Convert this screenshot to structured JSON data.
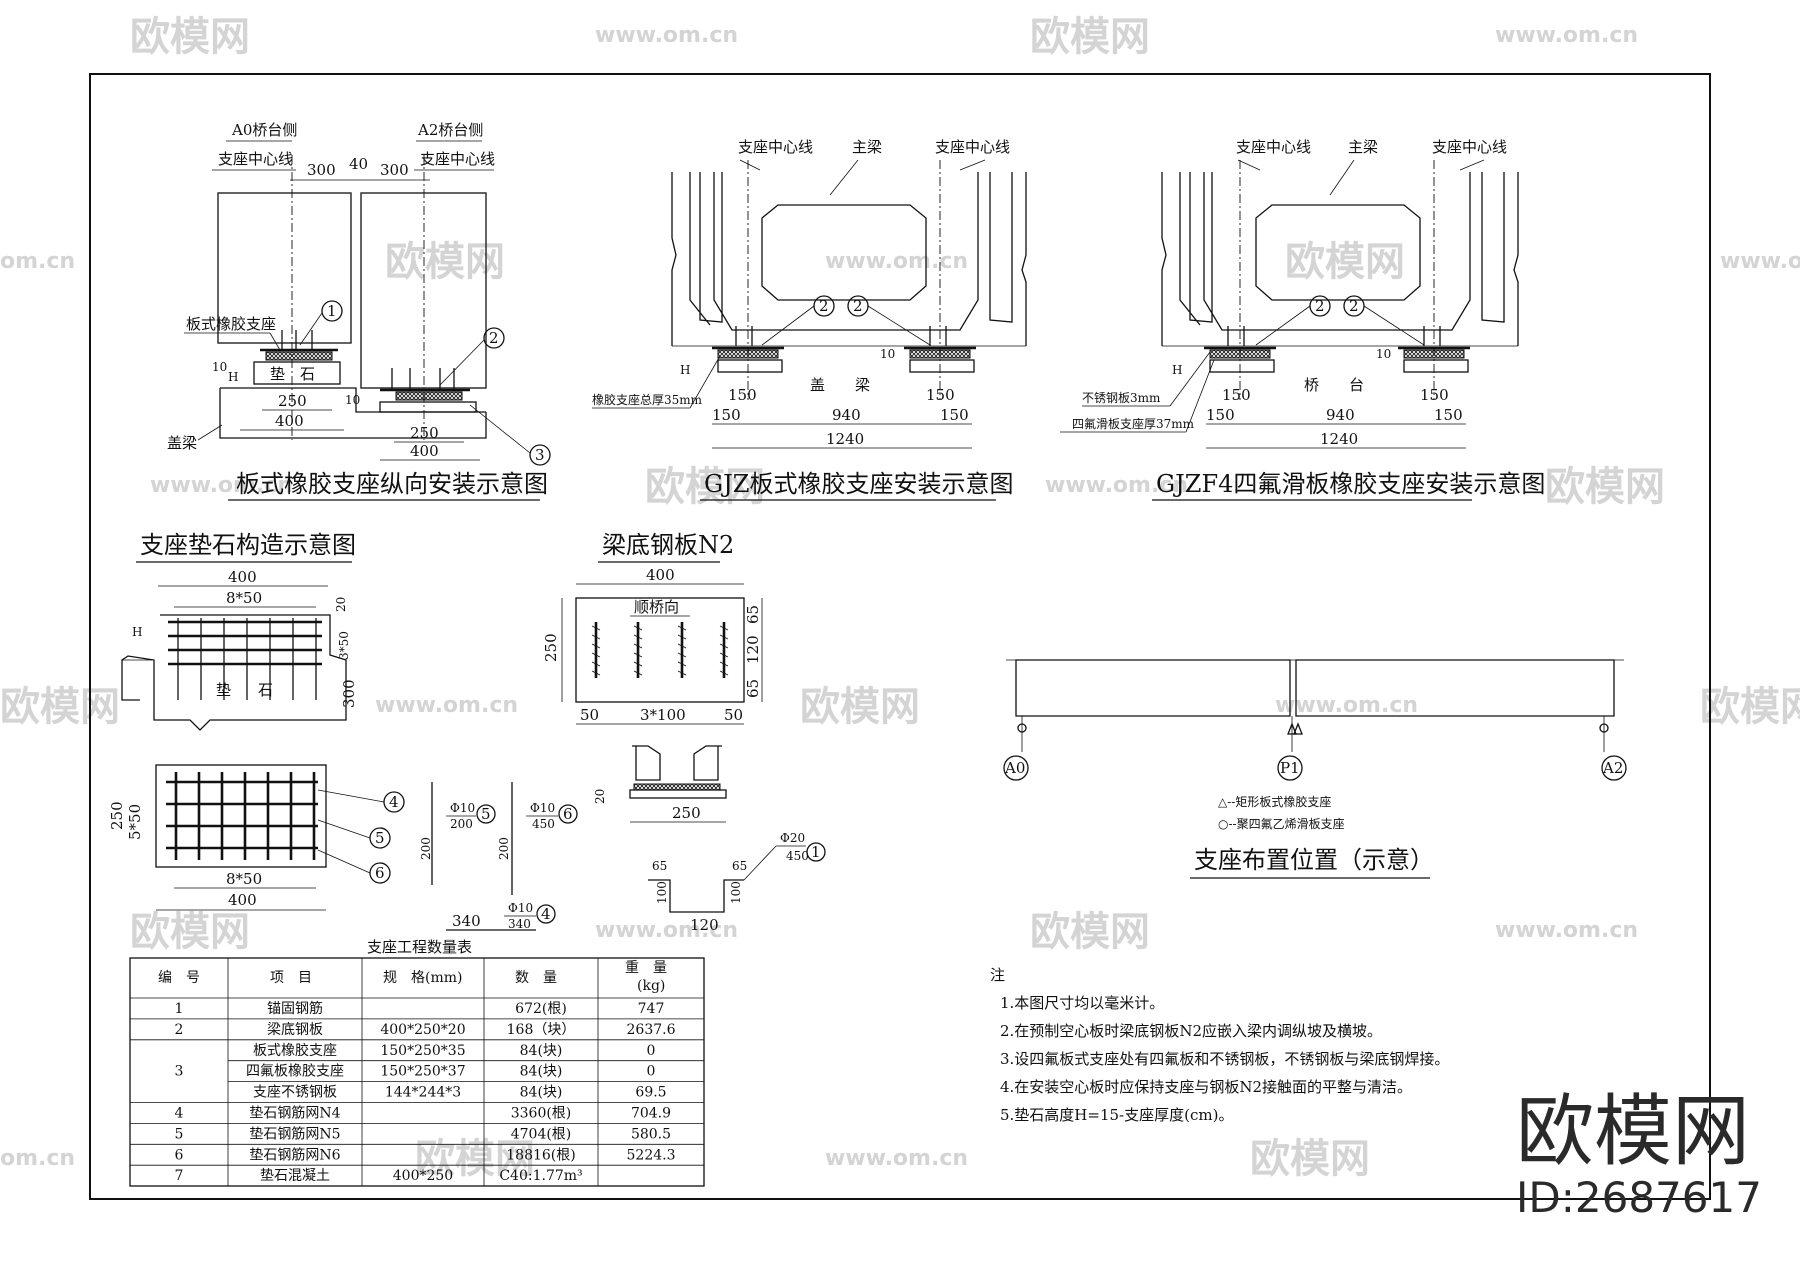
{
  "watermarks": {
    "brand": "欧模网",
    "domain": "www.om.cn",
    "domain_short": "om.cn"
  },
  "overlay": {
    "brand": "欧模网",
    "id": "ID:2687617"
  },
  "longitudinal": {
    "title": "板式橡胶支座纵向安装示意图",
    "a0_side": "A0桥台侧",
    "a2_side": "A2桥台侧",
    "center_line_left": "支座中心线",
    "center_line_right": "支座中心线",
    "dim_300_left": "300",
    "dim_40": "40",
    "dim_300_right": "300",
    "bearing_label": "板式橡胶支座",
    "callout_1": "1",
    "callout_2": "2",
    "callout_3": "3",
    "dim_10": "10",
    "dim_h": "H",
    "pad_label": "垫　石",
    "dim_250": "250",
    "dim_400": "400",
    "dim_10b": "10",
    "dim_250b": "250",
    "dim_400b": "400",
    "cap_beam": "盖梁"
  },
  "gjz": {
    "title": "GJZ板式橡胶支座安装示意图",
    "center_line_left": "支座中心线",
    "main_beam": "主梁",
    "center_line_right": "支座中心线",
    "callout_a": "2",
    "callout_b": "2",
    "dim_h": "H",
    "dim_10": "10",
    "thickness_note": "橡胶支座总厚35mm",
    "cap_beam": "盖　　梁",
    "dim_150_l": "150",
    "dim_150_r": "150",
    "dim_150_ll": "150",
    "dim_150_rr": "150",
    "dim_940": "940",
    "dim_1240": "1240"
  },
  "gjzf4": {
    "title": "GJZF4四氟滑板橡胶支座安装示意图",
    "center_line_left": "支座中心线",
    "main_beam": "主梁",
    "center_line_right": "支座中心线",
    "callout_a": "2",
    "callout_b": "2",
    "dim_h": "H",
    "dim_10": "10",
    "steel_note": "不锈钢板3mm",
    "ptfe_note": "四氟滑板支座厚37mm",
    "abutment": "桥　　台",
    "dim_150_l": "150",
    "dim_150_r": "150",
    "dim_150_ll": "150",
    "dim_150_rr": "150",
    "dim_940": "940",
    "dim_1240": "1240"
  },
  "pad_detail": {
    "title": "支座垫石构造示意图",
    "dim_400_top": "400",
    "dim_8x50_top": "8*50",
    "dim_20": "20",
    "dim_3x50": "3*50",
    "dim_300": "300",
    "dim_h": "H",
    "pad_label_a": "垫",
    "pad_label_b": "石",
    "dim_250": "250",
    "dim_5x50": "5*50",
    "dim_8x50_bot": "8*50",
    "dim_400_bot": "400",
    "callout_4": "4",
    "callout_5": "5",
    "callout_6": "6"
  },
  "rebars": {
    "n5_dia": "Φ10",
    "n5_len": "200",
    "n5_no": "5",
    "n5_h": "200",
    "n6_dia": "Φ10",
    "n6_len": "450",
    "n6_no": "6",
    "n6_h": "200",
    "n4_len_a": "340",
    "n4_dia": "Φ10",
    "n4_len_b": "340",
    "n4_no": "4"
  },
  "plate": {
    "title": "梁底钢板N2",
    "dim_400": "400",
    "direction": "顺桥向",
    "dim_65_top": "65",
    "dim_120": "120",
    "dim_65_bot": "65",
    "dim_250": "250",
    "dim_50_l": "50",
    "dim_3x100": "3*100",
    "dim_50_r": "50",
    "dim_20": "20",
    "dim_250_b": "250",
    "anchor_dia": "Φ20",
    "anchor_len": "450",
    "anchor_no": "1",
    "dim_65_a": "65",
    "dim_65_b": "65",
    "dim_100_a": "100",
    "dim_100_b": "100",
    "dim_120_b": "120"
  },
  "layout": {
    "title": "支座布置位置（示意）",
    "axis_a0": "A0",
    "axis_p1": "P1",
    "axis_a2": "A2",
    "legend_tri": "△--矩形板式橡胶支座",
    "legend_circle": "○--聚四氟乙烯滑板支座"
  },
  "table": {
    "title": "支座工程数量表",
    "headers": [
      "编　号",
      "项　目",
      "规　格(mm)",
      "数　量",
      "重　量",
      "(kg)"
    ],
    "rows": [
      {
        "no": "1",
        "item": "锚固钢筋",
        "spec": "",
        "qty": "672(根)",
        "wt": "747"
      },
      {
        "no": "2",
        "item": "梁底钢板",
        "spec": "400*250*20",
        "qty": "168（块）",
        "wt": "2637.6"
      },
      {
        "no": "3",
        "item": "板式橡胶支座",
        "spec": "150*250*35",
        "qty": "84(块)",
        "wt": "0"
      },
      {
        "no": "",
        "item": "四氟板橡胶支座",
        "spec": "150*250*37",
        "qty": "84(块)",
        "wt": "0"
      },
      {
        "no": "",
        "item": "支座不锈钢板",
        "spec": "144*244*3",
        "qty": "84(块)",
        "wt": "69.5"
      },
      {
        "no": "4",
        "item": "垫石钢筋网N4",
        "spec": "",
        "qty": "3360(根)",
        "wt": "704.9"
      },
      {
        "no": "5",
        "item": "垫石钢筋网N5",
        "spec": "",
        "qty": "4704(根)",
        "wt": "580.5"
      },
      {
        "no": "6",
        "item": "垫石钢筋网N6",
        "spec": "",
        "qty": "18816(根)",
        "wt": "5224.3"
      },
      {
        "no": "7",
        "item": "垫石混凝土",
        "spec": "400*250",
        "qty": "C40:1.77m³",
        "wt": ""
      }
    ]
  },
  "notes": {
    "heading": "注",
    "items": [
      "1.本图尺寸均以毫米计。",
      "2.在预制空心板时梁底钢板N2应嵌入梁内调纵坡及横坡。",
      "3.设四氟板式支座处有四氟板和不锈钢板，不锈钢板与梁底钢焊接。",
      "4.在安装空心板时应保持支座与钢板N2接触面的平整与清洁。",
      "5.垫石高度H=15-支座厚度(cm)。"
    ]
  }
}
